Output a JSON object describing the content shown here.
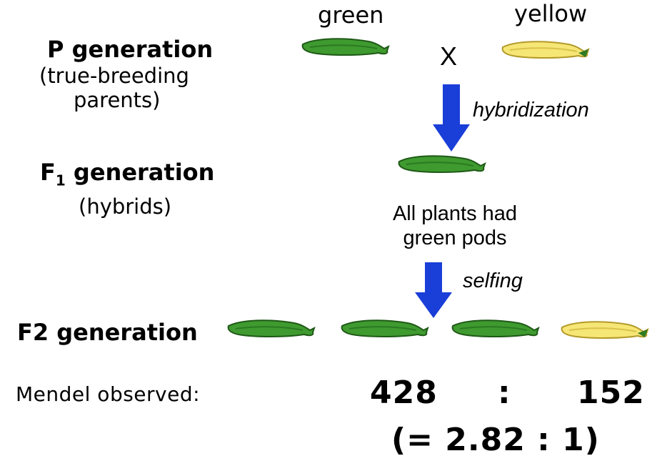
{
  "labels": {
    "green": "green",
    "yellow": "yellow",
    "cross": "X",
    "hybridization": "hybridization",
    "selfing": "selfing"
  },
  "p_generation": {
    "title": "P generation",
    "sub_line1": "(true-breeding",
    "sub_line2": "parents)"
  },
  "f1_generation": {
    "title_prefix": "F",
    "title_subscript": "1",
    "title_suffix": " generation",
    "sub": "(hybrids)",
    "note": "All plants had green pods"
  },
  "f2_generation": {
    "title": "F2 generation"
  },
  "observation": {
    "label": "Mendel observed:",
    "dominant_count": "428",
    "separator": ":",
    "recessive_count": "152",
    "ratio": "(= 2.82 : 1)"
  },
  "colors": {
    "pod_green": "#3f9a2f",
    "pod_green_dark": "#1f5a17",
    "pod_yellow": "#f6e676",
    "pod_yellow_dark": "#b39a2a",
    "arrow_blue": "#1a3ed8"
  },
  "icons": {
    "pod": "pea-pod-icon",
    "arrow": "down-arrow-icon"
  }
}
